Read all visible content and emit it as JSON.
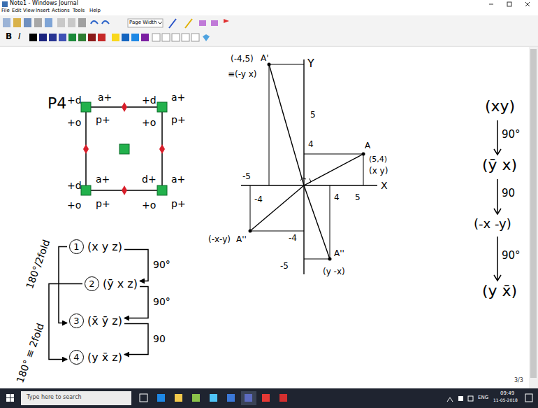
{
  "diagram": {
    "nodes": [
      {
        "text": [
          "1",
          "(x y z)"
        ]
      },
      {
        "text": [
          "2",
          "(ȳ x z)"
        ]
      },
      {
        "text": [
          "3",
          "(x̄ ȳ z)"
        ]
      },
      {
        "text": [
          "4",
          "(y x̄ z)"
        ]
      }
    ],
    "edges": [
      {
        "from": 0,
        "to": 1,
        "arrow": "to",
        "label": "90°"
      },
      {
        "from": 1,
        "to": 2,
        "arrow": "to",
        "label": "90°"
      },
      {
        "from": 2,
        "to": 3,
        "arrow": "to",
        "label": "90"
      },
      {
        "from": 0,
        "to": 2,
        "arrow": "to",
        "label": "180°/2fold"
      },
      {
        "from": 1,
        "to": 3,
        "arrow": "to",
        "label": "180° ≡ 2fold"
      }
    ],
    "labels": [
      "Note1 - Windows Journal",
      "File",
      "Edit",
      "View",
      "Insert",
      "Actions",
      "Tools",
      "Help",
      "Page Width",
      "B",
      "I",
      "P4",
      "+d",
      "a+",
      "+o",
      "p+",
      "+d",
      "a+",
      "+o",
      "p+",
      "+d",
      "a+",
      "+o",
      "p+",
      "d+",
      "a+",
      "+o",
      "p+",
      "Y",
      "X",
      "5",
      "4",
      "-5",
      "-4",
      "4",
      "5",
      "-4",
      "-5",
      "(-4,5)",
      "A'",
      "≡(-y x)",
      "A",
      "(5,4)",
      "(x y)",
      "(-x-y)",
      "A''",
      "A''",
      "(y -x)",
      "(xy)",
      "90°",
      "(ȳ x)",
      "90",
      "(-x -y)",
      "90°",
      "(y x̄)",
      "Type here to search",
      "ENG",
      "09:49",
      "11-05-2018",
      "3/3"
    ]
  }
}
